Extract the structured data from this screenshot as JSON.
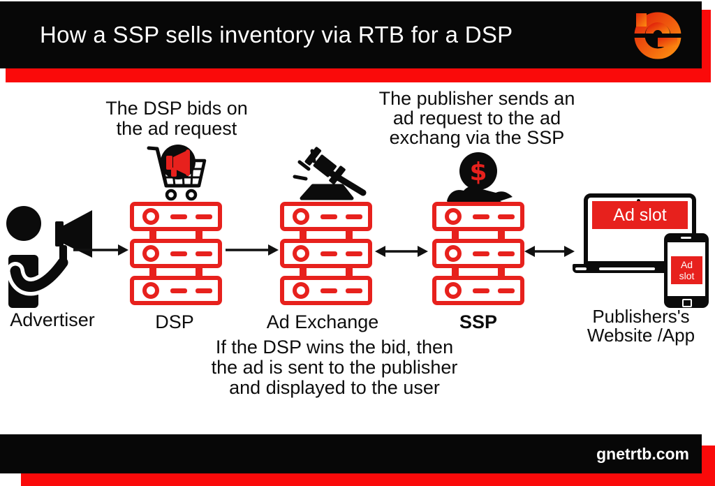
{
  "header": {
    "title": "How a SSP sells inventory via RTB for a DSP",
    "logo_name": "g-spiral-logo",
    "bar_color": "#070707",
    "accent_color": "#fa0a0a",
    "logo_colors": {
      "start": "#e3290b",
      "end": "#fc8b10"
    }
  },
  "footer": {
    "site": "gnetrtb.com"
  },
  "annotations": {
    "dsp_note": {
      "lines": [
        "The DSP bids on",
        "the ad request"
      ]
    },
    "ssp_note": {
      "lines": [
        "The publisher sends an",
        "ad request to the ad",
        "exchang via the SSP"
      ]
    },
    "win_note": {
      "lines": [
        "If the DSP wins the bid, then",
        "the ad is sent to the publisher",
        "and displayed to the user"
      ]
    }
  },
  "nodes": {
    "advertiser": {
      "label": "Advertiser",
      "icon": "person-megaphone-icon"
    },
    "dsp": {
      "label": "DSP",
      "icon": "server-stack-icon",
      "badge": "shopping-cart-megaphone-icon"
    },
    "ad_exchange": {
      "label": "Ad Exchange",
      "icon": "server-stack-icon",
      "badge": "auction-gavel-icon"
    },
    "ssp": {
      "label": "SSP",
      "icon": "server-stack-icon",
      "badge": "hand-dollar-icon",
      "badge_symbol": "$"
    },
    "publisher": {
      "label_line1": "Publishers's",
      "label_line2": "Website /App",
      "icon": "laptop-phone-icon",
      "laptop_ad_label": "Ad slot",
      "phone_ad_line1": "Ad",
      "phone_ad_line2": "slot"
    }
  },
  "arrows": [
    {
      "from": "advertiser",
      "to": "dsp",
      "type": "one-way"
    },
    {
      "from": "dsp",
      "to": "ad_exchange",
      "type": "one-way"
    },
    {
      "from": "ad_exchange",
      "to": "ssp",
      "type": "two-way"
    },
    {
      "from": "ssp",
      "to": "publisher",
      "type": "two-way"
    }
  ],
  "colors": {
    "server_red": "#e7211d",
    "accent_red": "#fa0a0a",
    "ink": "#0b0b0b",
    "text": "#0d0d0d"
  }
}
